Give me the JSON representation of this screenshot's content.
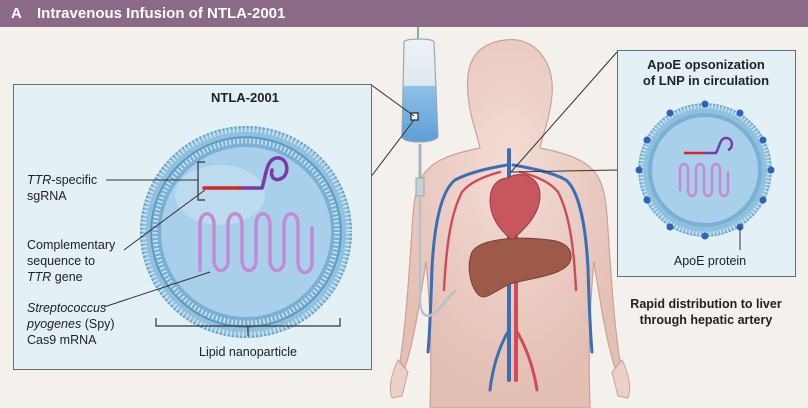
{
  "banner": {
    "letter": "A",
    "title": "Intravenous Infusion of NTLA-2001"
  },
  "left_panel": {
    "title": "NTLA-2001",
    "label_sgrna_italic": "TTR",
    "label_sgrna_rest": "-specific",
    "label_sgrna_line2": "sgRNA",
    "label_comp_line1": "Complementary",
    "label_comp_line2": "sequence to",
    "label_comp_line3_italic": "TTR",
    "label_comp_line3_rest": " gene",
    "label_spy_line1": "Streptococcus",
    "label_spy_line2_italic": "pyogenes",
    "label_spy_line2_rest": " (Spy)",
    "label_spy_line3": "Cas9 mRNA",
    "lnp_label": "Lipid nanoparticle"
  },
  "right_panel": {
    "title_line1": "ApoE opsonization",
    "title_line2": "of LNP in circulation",
    "apoe_label": "ApoE protein"
  },
  "distribution": {
    "line1": "Rapid distribution to liver",
    "line2": "through hepatic artery"
  },
  "colors": {
    "banner": "#8a6a86",
    "panel_bg": "#e3f0f6",
    "membrane": "#7fb4d6",
    "particle_core": "#7ab0d4",
    "mrna": "#c58ad6",
    "sgrna_red": "#d42828",
    "apoe": "#2f63b8",
    "heart": "#c8565e",
    "liver": "#9e5a48",
    "vein": "#3a6fb5",
    "artery": "#d04a57"
  }
}
